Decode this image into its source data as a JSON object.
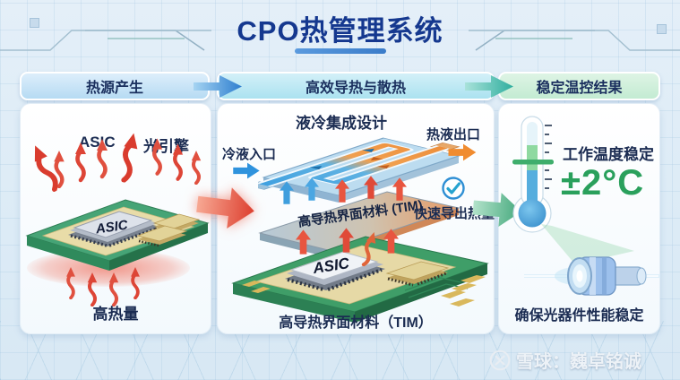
{
  "title": "CPO热管理系统",
  "stages": [
    {
      "label": "热源产生"
    },
    {
      "label": "高效导热与散热"
    },
    {
      "label": "稳定温控结果"
    }
  ],
  "heat_panel": {
    "asic_top_label": "ASIC",
    "optical_engine_label": "光引擎",
    "chip_label": "ASIC",
    "heat_caption": "高热量"
  },
  "cooling_panel": {
    "design_title": "液冷集成设计",
    "cold_inlet_label": "冷液入口",
    "hot_outlet_label": "热液出口",
    "tim_plate_label": "高导热界面材料 (TIM)",
    "heat_export_label": "快速导出热量",
    "chip_label": "ASIC",
    "bottom_caption": "高导热界面材料（TIM）"
  },
  "result_panel": {
    "temp_label": "工作温度稳定",
    "temp_value": "±2°C",
    "bottom_caption": "确保光器件性能稳定"
  },
  "watermark": {
    "brand": "雪球：巍卓铭诚"
  },
  "colors": {
    "title_navy": "#15388f",
    "label_navy": "#1b2c52",
    "heat_red": "#e0483f",
    "cool_blue": "#3f9edd",
    "hot_orange": "#f0994e",
    "result_green": "#2aa05c",
    "pcb_green": "#3f9e68",
    "stage1_bg": "#c9e4f7",
    "stage2_bg": "#bfe9f4",
    "stage3_bg": "#d0efdb"
  }
}
